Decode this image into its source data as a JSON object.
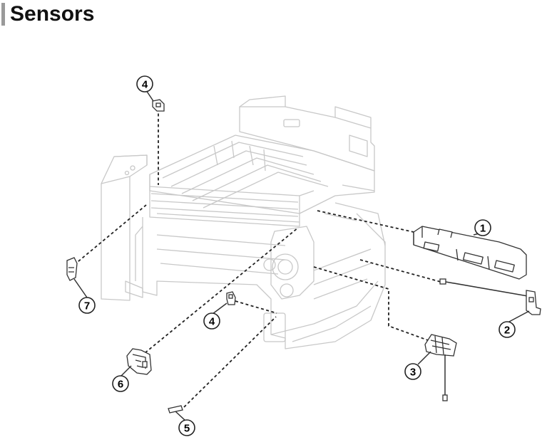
{
  "header": {
    "title": "Sensors",
    "accent_color": "#9a9a9a"
  },
  "callouts": [
    {
      "id": "callout-1",
      "label": "1"
    },
    {
      "id": "callout-2",
      "label": "2"
    },
    {
      "id": "callout-3",
      "label": "3"
    },
    {
      "id": "callout-4-top",
      "label": "4"
    },
    {
      "id": "callout-4-mid",
      "label": "4"
    },
    {
      "id": "callout-5",
      "label": "5"
    },
    {
      "id": "callout-6",
      "label": "6"
    },
    {
      "id": "callout-7",
      "label": "7"
    }
  ],
  "colors": {
    "frame": "#c8c8c8",
    "part": "#333333",
    "leader": "#222222"
  }
}
